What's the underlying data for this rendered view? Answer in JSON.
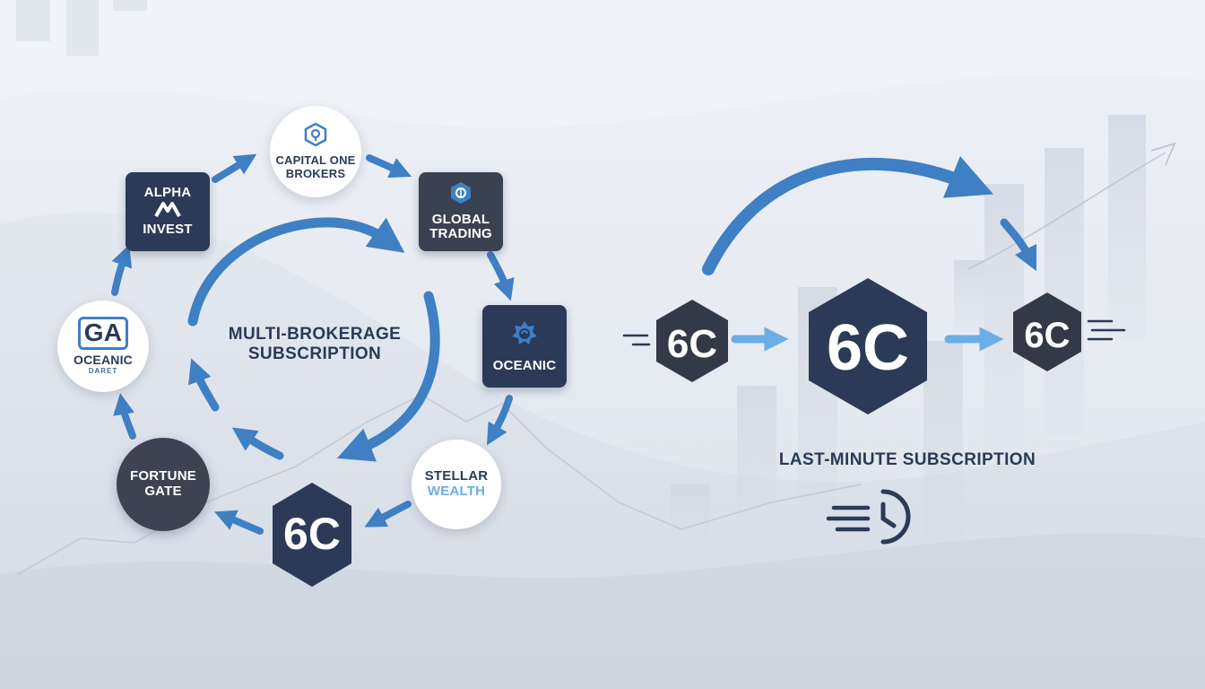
{
  "cycle": {
    "title_line1": "MULTI-BROKERAGE",
    "title_line2": "SUBSCRIPTION",
    "nodes": {
      "capital_one": {
        "line1": "CAPITAL ONE",
        "line2": "BROKERS"
      },
      "global_trading": {
        "line1": "GLOBAL",
        "line2": "TRADING"
      },
      "oceanic_right": {
        "line1": "OCEANIC"
      },
      "stellar_wealth": {
        "line1": "STELLAR",
        "line2": "WEALTH"
      },
      "gc_hex": {
        "monogram": "6C"
      },
      "fortune_gate": {
        "line1": "FORTUNE",
        "line2": "GATE"
      },
      "oceanic_left": {
        "monogram": "GA",
        "line1": "OCEANIC",
        "line2": "DARET"
      },
      "alpha_invest": {
        "line1": "ALPHA",
        "line2": "INVEST"
      }
    }
  },
  "last_minute": {
    "title": "LAST-MINUTE SUBSCRIPTION",
    "hexes": [
      {
        "monogram": "6C"
      },
      {
        "monogram": "6C"
      },
      {
        "monogram": "6C"
      }
    ]
  },
  "colors": {
    "navy": "#2b3a57",
    "arrow_blue": "#3f7fc4",
    "arrow_light": "#6aaee8",
    "gray_circle": "#3d4350"
  }
}
